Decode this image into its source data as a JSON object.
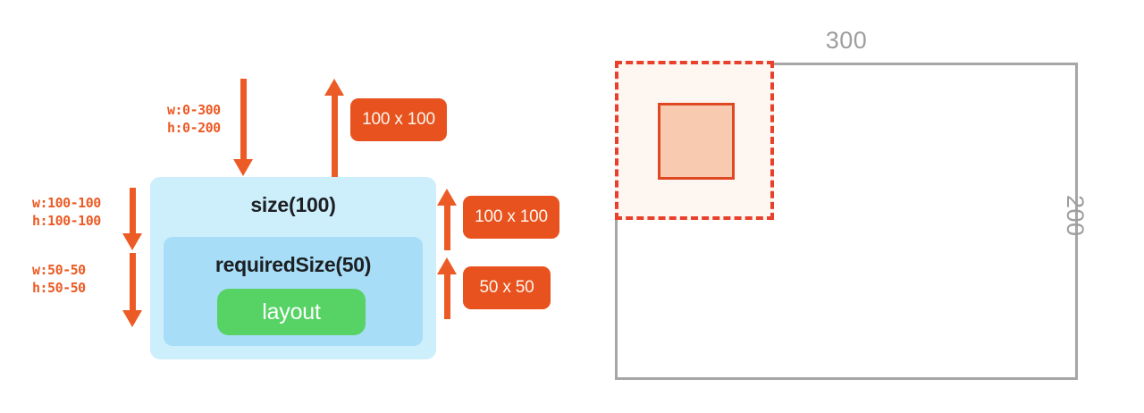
{
  "diagram": {
    "title": "Layout size constraints diagram",
    "colors": {
      "orange": "#ec5b25",
      "badge_orange": "#e8521f",
      "outer_box_blue": "#cdeffc",
      "inner_box_blue": "#a8ddf7",
      "layout_green": "#56d364",
      "canvas_gray": "#a6a6a6",
      "dashed_red": "#e8402a",
      "solid_fill_peach": "#f8cbb1"
    }
  },
  "left_panel": {
    "incoming_constraint": {
      "width": "w:0-300",
      "height": "h:0-200"
    },
    "outer_box_label": "size(100)",
    "inner_box_label": "requiredSize(50)",
    "layout_button_label": "layout",
    "left_constraints": [
      {
        "width": "w:100-100",
        "height": "h:100-100"
      },
      {
        "width": "w:50-50",
        "height": "h:50-50"
      }
    ],
    "badges": [
      {
        "name": "top-returned-size",
        "text": "100 x 100"
      },
      {
        "name": "outer-returned-size",
        "text": "100 x 100"
      },
      {
        "name": "inner-returned-size",
        "text": "50 x 50"
      }
    ]
  },
  "right_panel": {
    "canvas_width_label": "300",
    "canvas_height_label": "200",
    "dashed_region_name": "size-100-region",
    "solid_region_name": "required-size-50-region"
  }
}
